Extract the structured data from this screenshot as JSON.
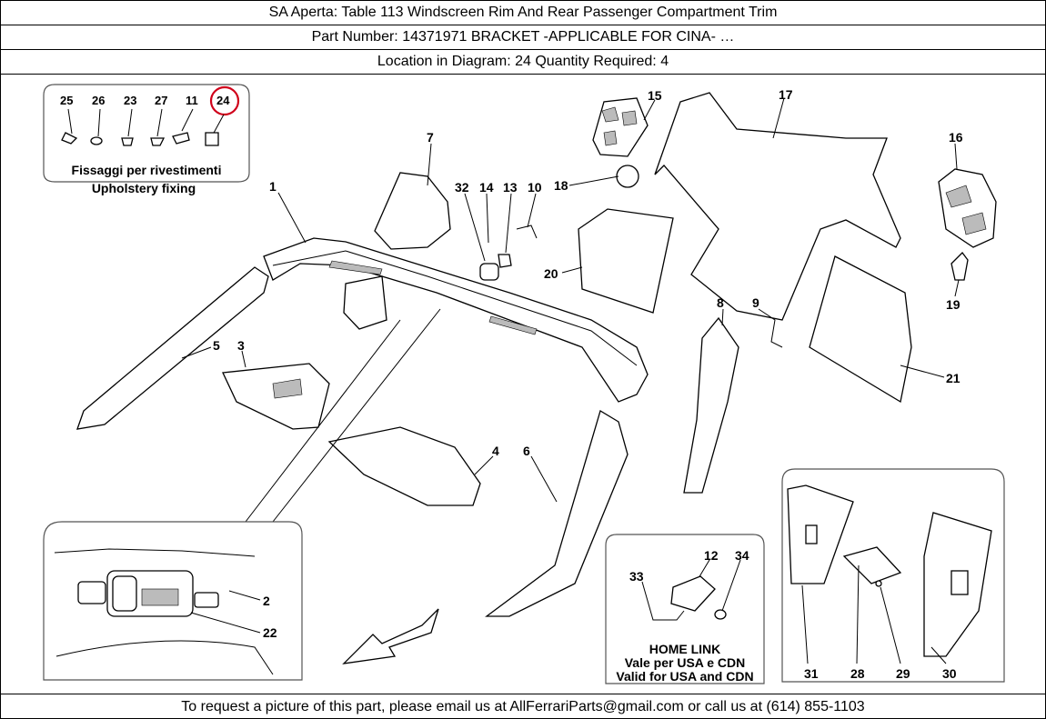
{
  "header": {
    "title": "SA Aperta:   Table 113 Windscreen Rim And Rear Passenger Compartment Trim",
    "part_number": "Part Number: 14371971   BRACKET -APPLICABLE FOR CINA- …",
    "location": "Location in Diagram: 24   Quantity Required: 4"
  },
  "footer": {
    "text": "To request a picture of this part, please email us at AllFerrariParts@gmail.com or call us at (614) 855-1103"
  },
  "diagram": {
    "highlight_color": "#d0021b",
    "fixing_box": {
      "labels": [
        "25",
        "26",
        "23",
        "27",
        "11",
        "24"
      ],
      "caption_it": "Fissaggi per rivestimenti",
      "caption_en": "Upholstery fixing"
    },
    "homelink_box": {
      "labels": [
        "12",
        "34",
        "33"
      ],
      "title": "HOME LINK",
      "line_it": "Vale per USA e CDN",
      "line_en": "Valid for USA and CDN"
    },
    "right_box": {
      "labels": [
        "31",
        "28",
        "29",
        "30"
      ]
    },
    "detail_box": {
      "labels": [
        "2",
        "22"
      ]
    },
    "callouts": [
      "1",
      "7",
      "32",
      "14",
      "13",
      "10",
      "18",
      "15",
      "17",
      "16",
      "20",
      "19",
      "8",
      "9",
      "21",
      "5",
      "3",
      "4",
      "6"
    ]
  }
}
